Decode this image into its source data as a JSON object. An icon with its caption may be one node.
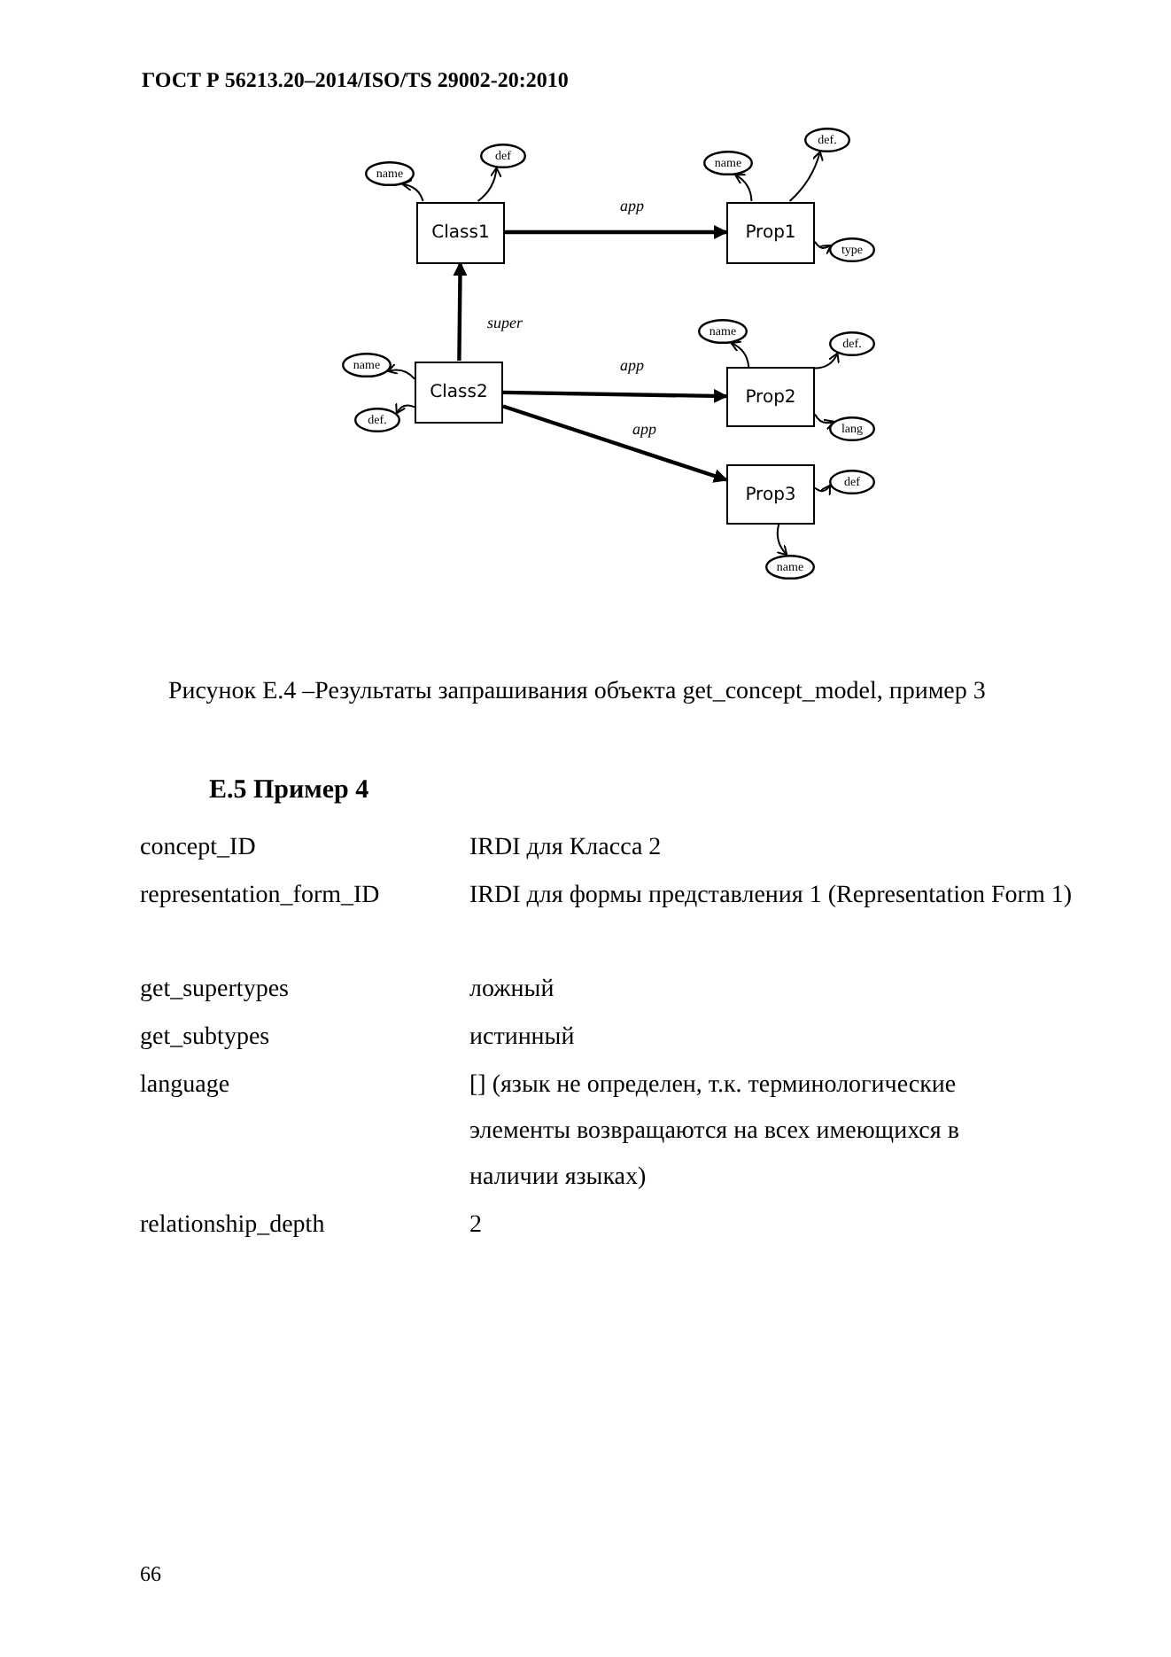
{
  "diagram": {
    "title": "ГОСТ Р 56213.20–2014/ISO/TS 29002-20:2010",
    "caption": "Рисунок Е.4 –Результаты запрашивания объекта get_concept_model, пример 3",
    "nodes": [
      {
        "text": [
          "Class1"
        ]
      },
      {
        "text": [
          "name"
        ]
      },
      {
        "text": [
          "def"
        ]
      },
      {
        "text": [
          "Prop1"
        ]
      },
      {
        "text": [
          "name"
        ]
      },
      {
        "text": [
          "def."
        ]
      },
      {
        "text": [
          "type"
        ]
      },
      {
        "text": [
          "Class2"
        ]
      },
      {
        "text": [
          "name"
        ]
      },
      {
        "text": [
          "def."
        ]
      },
      {
        "text": [
          "Prop2"
        ]
      },
      {
        "text": [
          "name"
        ]
      },
      {
        "text": [
          "def."
        ]
      },
      {
        "text": [
          "lang"
        ]
      },
      {
        "text": [
          "Prop3"
        ]
      },
      {
        "text": [
          "def"
        ]
      },
      {
        "text": [
          "name"
        ]
      }
    ],
    "edges": [
      {
        "from": 0,
        "to": 1,
        "arrow": "to"
      },
      {
        "from": 0,
        "to": 2,
        "arrow": "to"
      },
      {
        "from": 0,
        "to": 3,
        "arrow": "to",
        "label": "app"
      },
      {
        "from": 3,
        "to": 4,
        "arrow": "to"
      },
      {
        "from": 3,
        "to": 5,
        "arrow": "to"
      },
      {
        "from": 3,
        "to": 6,
        "arrow": "to"
      },
      {
        "from": 7,
        "to": 0,
        "arrow": "to",
        "label": "super"
      },
      {
        "from": 7,
        "to": 8,
        "arrow": "to"
      },
      {
        "from": 7,
        "to": 9,
        "arrow": "to"
      },
      {
        "from": 7,
        "to": 10,
        "arrow": "to",
        "label": "app"
      },
      {
        "from": 7,
        "to": 14,
        "arrow": "to",
        "label": "app"
      },
      {
        "from": 10,
        "to": 11,
        "arrow": "to"
      },
      {
        "from": 10,
        "to": 12,
        "arrow": "to"
      },
      {
        "from": 10,
        "to": 13,
        "arrow": "to"
      },
      {
        "from": 14,
        "to": 15,
        "arrow": "to"
      },
      {
        "from": 14,
        "to": 16,
        "arrow": "to"
      }
    ],
    "labels": [
      "Е.5 Пример 4",
      "concept_ID",
      "IRDI для Класса 2",
      "representation_form_ID",
      "IRDI для формы представления 1 (Representation Form 1)",
      "get_supertypes",
      "ложный",
      "get_subtypes",
      "истинный",
      "language",
      "[] (язык не определен, т.к. терминологические элементы возвращаются на всех имеющихся в наличии языках)",
      "relationship_depth",
      "2",
      "66"
    ]
  }
}
